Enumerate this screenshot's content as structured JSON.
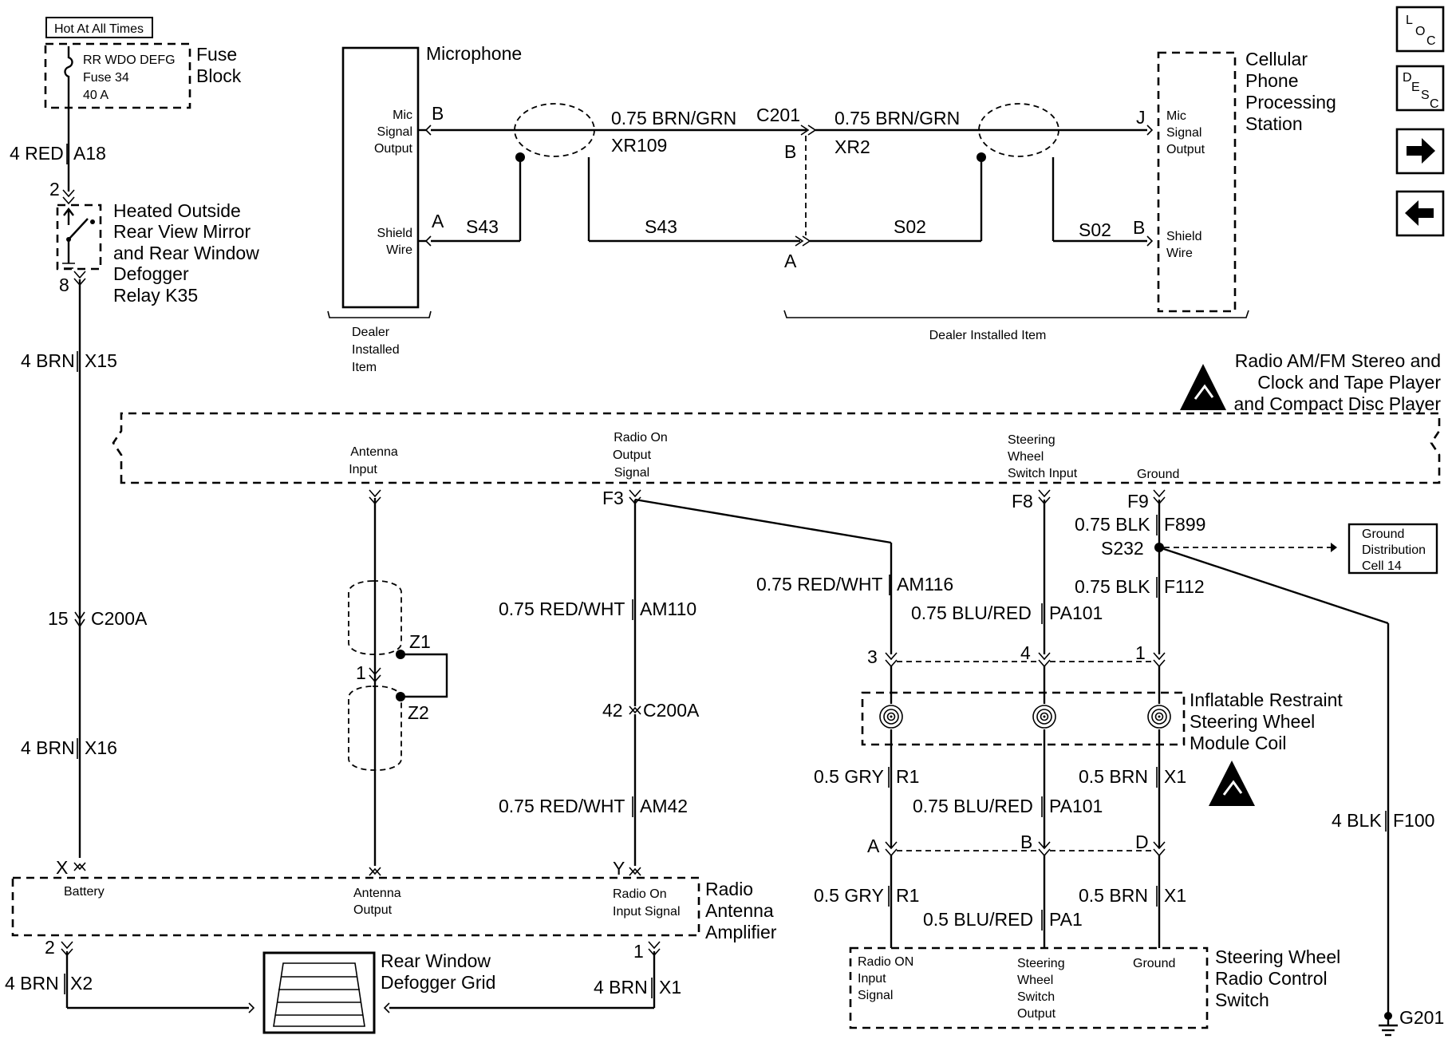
{
  "fuse_block": {
    "hot_label": "Hot At All Times",
    "fuse_name": "RR WDO DEFG",
    "fuse_num": "Fuse 34",
    "fuse_rating": "40 A",
    "title_1": "Fuse",
    "title_2": "Block"
  },
  "left_circuit": {
    "w_a18": "4 RED",
    "c_a18": "A18",
    "pin_2": "2",
    "pin_8": "8",
    "w_x15": "4 BRN",
    "c_x15": "X15",
    "c200a_pin": "15",
    "c200a_name": "C200A",
    "w_x16": "4 BRN",
    "c_x16": "X16"
  },
  "relay": {
    "line_1": "Heated Outside",
    "line_2": "Rear View Mirror",
    "line_3": "and Rear Window",
    "line_4": "Defogger",
    "line_5": "Relay K35"
  },
  "microphone": {
    "title": "Microphone",
    "mic_l1": "Mic",
    "mic_l2": "Signal",
    "mic_l3": "Output",
    "shield_l1": "Shield",
    "shield_l2": "Wire",
    "pin_b": "B",
    "pin_a": "A",
    "dealer_1": "Dealer",
    "dealer_2": "Installed",
    "dealer_3": "Item"
  },
  "mic_circuit": {
    "s43_a": "S43",
    "s43_b": "S43",
    "w1": "0.75 BRN/GRN",
    "xr109": "XR109",
    "c201": "C201",
    "c201_b": "B",
    "c201_a": "A",
    "w2": "0.75 BRN/GRN",
    "xr2": "XR2",
    "s02_a": "S02",
    "s02_b": "S02",
    "dealer": "Dealer Installed Item"
  },
  "cellular": {
    "title_1": "Cellular",
    "title_2": "Phone",
    "title_3": "Processing",
    "title_4": "Station",
    "pin_j": "J",
    "pin_b": "B",
    "mic_l1": "Mic",
    "mic_l2": "Signal",
    "mic_l3": "Output",
    "shield_l1": "Shield",
    "shield_l2": "Wire"
  },
  "radio": {
    "title_1": "Radio AM/FM Stereo and",
    "title_2": "Clock and Tape Player",
    "title_3": "and Compact Disc Player",
    "antenna_1": "Antenna",
    "antenna_2": "Input",
    "radio_on_1": "Radio On",
    "radio_on_2": "Output",
    "radio_on_3": "Signal",
    "steering_1": "Steering",
    "steering_2": "Wheel",
    "steering_3": "Switch Input",
    "ground": "Ground",
    "f3": "F3",
    "f8": "F8",
    "f9": "F9"
  },
  "radio_circuits": {
    "w_am116": "0.75 RED/WHT",
    "c_am116": "AM116",
    "w_am110": "0.75 RED/WHT",
    "c_am110": "AM110",
    "c200a_pin": "42",
    "c200a_name": "C200A",
    "w_am42": "0.75 RED/WHT",
    "c_am42": "AM42",
    "w_f899": "0.75 BLK",
    "c_f899": "F899",
    "s232": "S232",
    "w_f112": "0.75 BLK",
    "c_f112": "F112",
    "w_pa101": "0.75 BLU/RED",
    "c_pa101": "PA101",
    "w_f100": "4 BLK",
    "c_f100": "F100",
    "g201": "G201",
    "z1": "Z1",
    "z2": "Z2",
    "z_pin": "1"
  },
  "ground_dist": {
    "l1": "Ground",
    "l2": "Distribution",
    "l3": "Cell 14"
  },
  "coil": {
    "pin_3": "3",
    "pin_4": "4",
    "pin_1": "1",
    "title_1": "Inflatable Restraint",
    "title_2": "Steering Wheel",
    "title_3": "Module Coil",
    "w_r1": "0.5 GRY",
    "c_r1": "R1",
    "w_pa101": "0.75 BLU/RED",
    "c_pa101": "PA101",
    "w_x1": "0.5 BRN",
    "c_x1": "X1",
    "pin_a": "A",
    "pin_b": "B",
    "pin_d": "D"
  },
  "switch": {
    "w_r1": "0.5 GRY",
    "c_r1": "R1",
    "w_pa1": "0.5 BLU/RED",
    "c_pa1": "PA1",
    "w_x1": "0.5 BRN",
    "c_x1": "X1",
    "title_1": "Steering Wheel",
    "title_2": "Radio Control",
    "title_3": "Switch",
    "radio_1": "Radio ON",
    "radio_2": "Input",
    "radio_3": "Signal",
    "steer_1": "Steering",
    "steer_2": "Wheel",
    "steer_3": "Switch",
    "steer_4": "Output",
    "ground": "Ground"
  },
  "amplifier": {
    "pin_x": "X",
    "battery": "Battery",
    "antenna_1": "Antenna",
    "antenna_2": "Output",
    "pin_y": "Y",
    "radio_on_1": "Radio On",
    "radio_on_2": "Input Signal",
    "title_1": "Radio",
    "title_2": "Antenna",
    "title_3": "Amplifier"
  },
  "defogger": {
    "pin_2": "2",
    "w_x2": "4 BRN",
    "c_x2": "X2",
    "title_1": "Rear Window",
    "title_2": "Defogger Grid",
    "pin_1": "1",
    "w_x1": "4 BRN",
    "c_x1": "X1"
  },
  "nav": {
    "loc_l": "L",
    "loc_o": "O",
    "loc_c": "C",
    "desc_d": "D",
    "desc_e": "E",
    "desc_s": "S",
    "desc_c": "C",
    "next_icon": "arrow-right-icon",
    "prev_icon": "arrow-left-icon"
  }
}
